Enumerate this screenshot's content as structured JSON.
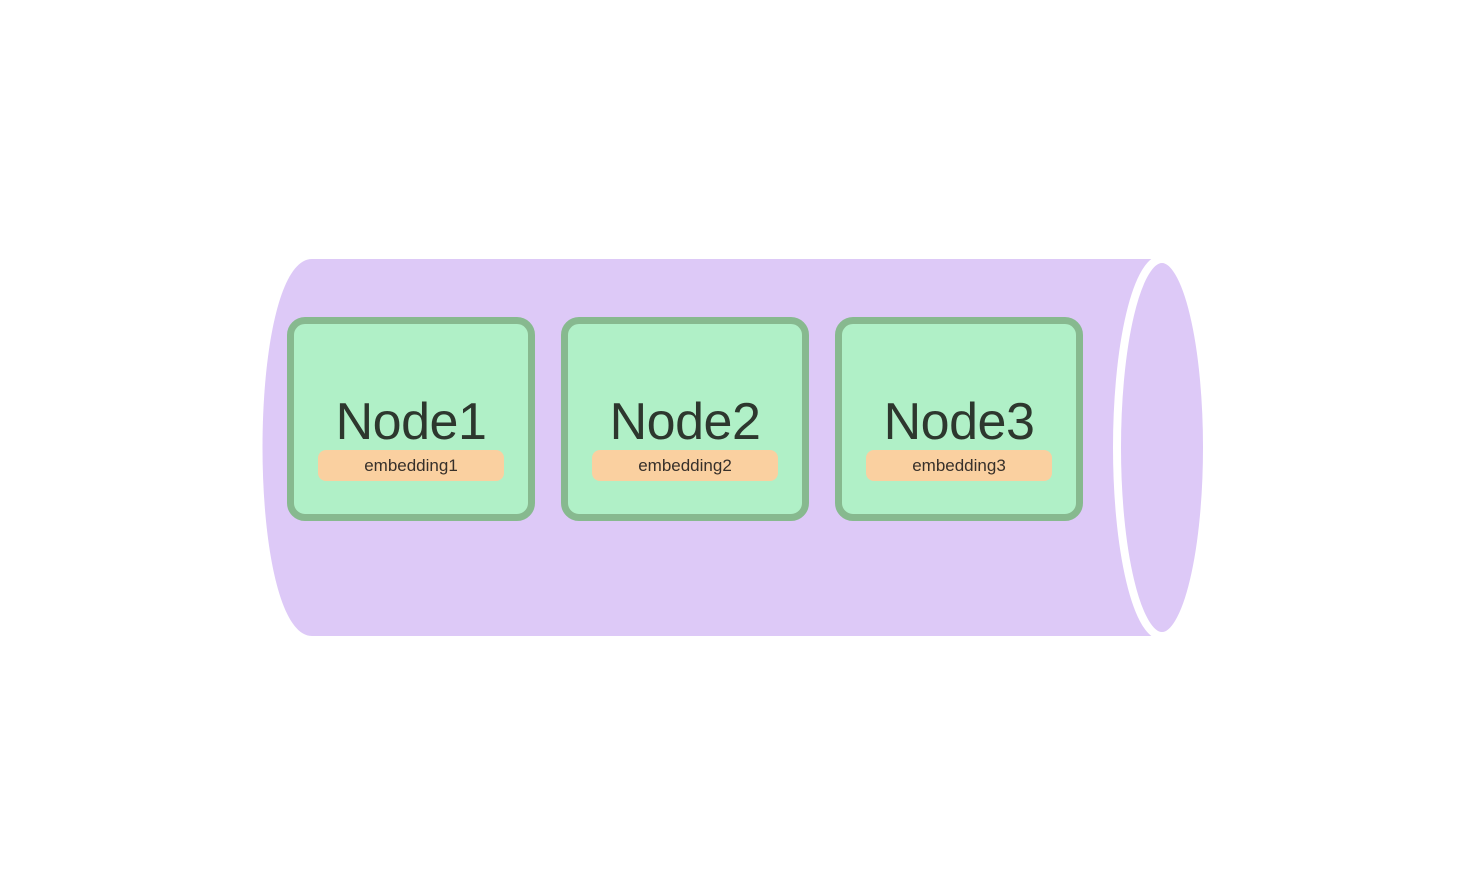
{
  "diagram": {
    "kind": "horizontal-database-cylinder",
    "nodes": [
      {
        "label": "Node1",
        "embedding": "embedding1"
      },
      {
        "label": "Node2",
        "embedding": "embedding2"
      },
      {
        "label": "Node3",
        "embedding": "embedding3"
      }
    ]
  },
  "colors": {
    "background": "#ffffff",
    "cylinder-fill": "#ddc9f7",
    "cap-stroke": "#ffffff",
    "node-fill": "#b0f0c7",
    "node-border": "#87b98f",
    "badge-fill": "#fad0a0",
    "node-text": "#2d372e",
    "badge-text": "#37302a"
  }
}
